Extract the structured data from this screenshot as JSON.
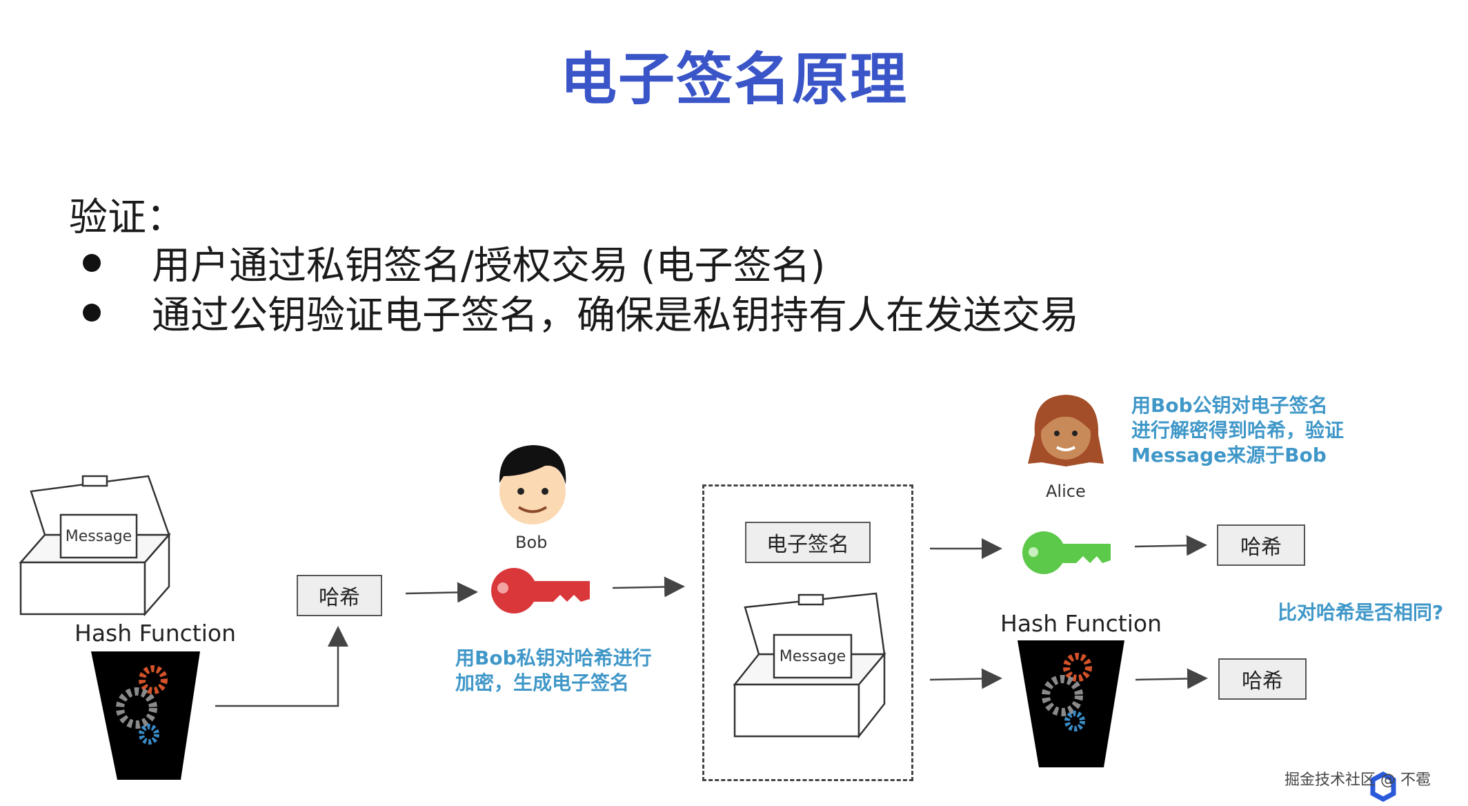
{
  "title": "电子签名原理",
  "heading": "验证：",
  "bullets": [
    "用户通过私钥签名/授权交易 (电子签名)",
    "通过公钥验证电子签名，确保是私钥持有人在发送交易"
  ],
  "diagram": {
    "left_message_label": "Message",
    "hash_function_left": "Hash Function",
    "hash_box_left": "哈希",
    "bob_label": "Bob",
    "bob_note": [
      "用Bob私钥对哈希进行",
      "加密，生成电子签名"
    ],
    "signature_box": "电子签名",
    "center_message_label": "Message",
    "alice_label": "Alice",
    "alice_note": [
      "用Bob公钥对电子签名",
      "进行解密得到哈希，验证",
      "Message来源于Bob"
    ],
    "hash_box_right_top": "哈希",
    "hash_function_right": "Hash Function",
    "hash_box_right_bottom": "哈希",
    "compare_note": "比对哈希是否相同?"
  },
  "watermark": "掘金技术社区 @ 不雹",
  "colors": {
    "title": "#3a55c8",
    "note": "#3f97c8",
    "private_key": "#d9373a",
    "public_key": "#5cc94a"
  },
  "icons": [
    "message-box-icon",
    "hash-function-funnel-icon",
    "bob-avatar-icon",
    "private-key-icon",
    "public-key-icon",
    "alice-avatar-icon"
  ]
}
